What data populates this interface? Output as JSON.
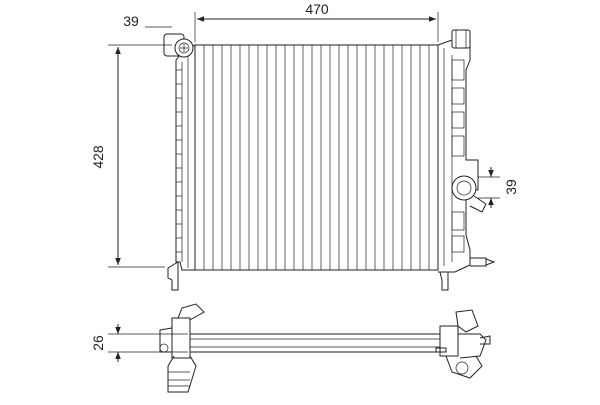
{
  "dimensions": {
    "width_label": "470",
    "height_label": "428",
    "inlet_label": "39",
    "outlet_label": "39",
    "depth_label": "26"
  }
}
